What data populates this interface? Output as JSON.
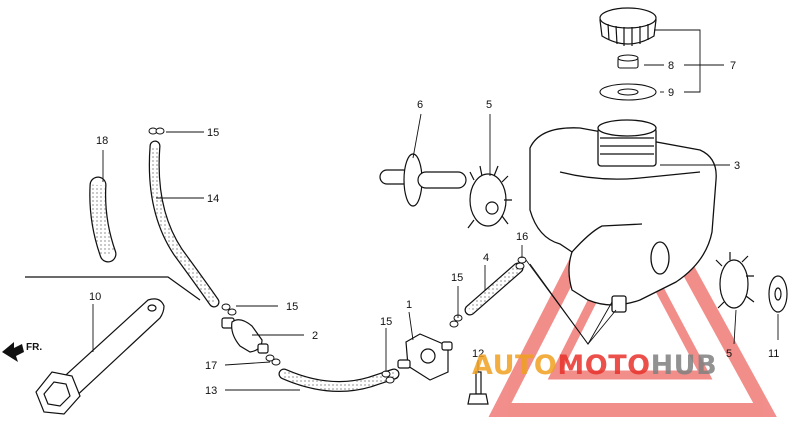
{
  "diagram": {
    "callouts": {
      "n1": "1",
      "n2": "2",
      "n3": "3",
      "n4": "4",
      "n5a": "5",
      "n5b": "5",
      "n6": "6",
      "n7": "7",
      "n8": "8",
      "n9": "9",
      "n10": "10",
      "n11": "11",
      "n12": "12",
      "n13": "13",
      "n14": "14",
      "n15a": "15",
      "n15b": "15",
      "n15c": "15",
      "n15d": "15",
      "n16": "16",
      "n17": "17",
      "n18": "18"
    },
    "direction_label": "FR."
  },
  "watermark": {
    "part1": "AUTO",
    "part2": "MOTO",
    "part3": "HUB",
    "colors": {
      "auto": "#f0a020",
      "moto": "#e8322c",
      "hub": "#808080",
      "triangle": "#e8322c"
    }
  }
}
